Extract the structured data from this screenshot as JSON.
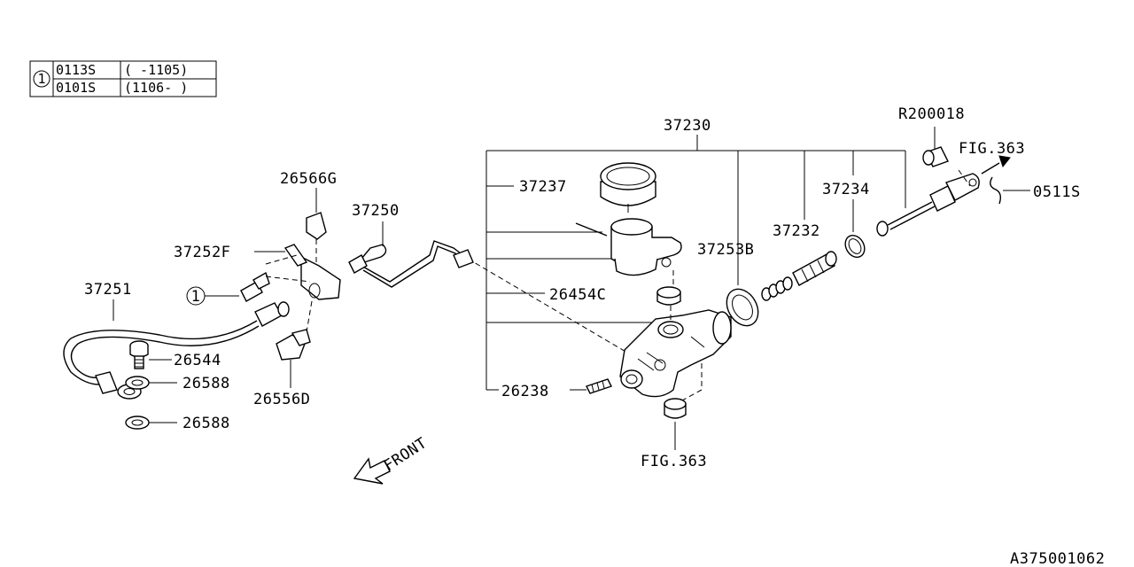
{
  "legend": {
    "marker": "1",
    "rows": [
      {
        "code": "0113S",
        "range": "( -1105)"
      },
      {
        "code": "0101S",
        "range": "(1106- )"
      }
    ]
  },
  "labels": {
    "p37230": "37230",
    "p37237": "37237",
    "p37234": "37234",
    "p37232": "37232",
    "p37253b": "37253B",
    "p26454c": "26454C",
    "p26238": "26238",
    "r200018": "R200018",
    "fig363_top": "FIG.363",
    "fig363_bottom": "FIG.363",
    "p0511s": "0511S",
    "p26566g": "26566G",
    "p37250": "37250",
    "p37252f": "37252F",
    "p37251": "37251",
    "callout1": "1",
    "p26544": "26544",
    "p26588_a": "26588",
    "p26588_b": "26588",
    "p26556d": "26556D",
    "front": "FRONT",
    "diagram_id": "A375001062"
  }
}
